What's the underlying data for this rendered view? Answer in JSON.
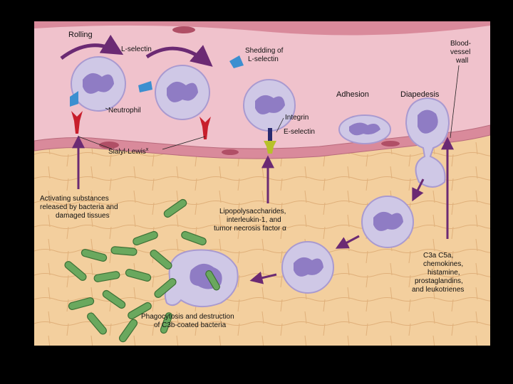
{
  "labels": {
    "rolling": "Rolling",
    "l_selectin": "L-selectin",
    "shedding_line1": "Shedding of",
    "shedding_line2": "L-selectin",
    "blood_vessel_line1": "Blood-",
    "blood_vessel_line2": "vessel",
    "blood_vessel_line3": "wall",
    "adhesion": "Adhesion",
    "diapedesis": "Diapedesis",
    "neutrophil": "Neutrophil",
    "integrin": "Integrin",
    "e_selectin": "E-selectin",
    "sialyl_lewis": "Sialyl-Lewis",
    "sialyl_lewis_sup": "x",
    "activating_line1": "Activating substances",
    "activating_line2": "released by bacteria and",
    "activating_line3": "damaged tissues",
    "lps_line1": "Lipopolysaccharides,",
    "lps_line2": "interleukin-1, and",
    "lps_line3": "tumor necrosis factor α",
    "c3a_line1": "C3a  C5a,",
    "c3a_line2": "chemokines,",
    "c3a_line3": "histamine,",
    "c3a_line4": "prostaglandins,",
    "c3a_line5": "and leukotrienes",
    "phago_line1": "Phagocytosis and destruction",
    "phago_line2": "of C3b-coated bacteria"
  },
  "colors": {
    "vessel_lumen": "#f0c2cc",
    "vessel_wall": "#d98a9b",
    "tissue": "#f3cf9e",
    "cell_body": "#cfc8e6",
    "nucleus": "#8f7cc4",
    "bacteria": "#6aa85e",
    "arrow": "#6b2a73",
    "l_selectin": "#3c8fd0",
    "sialyl_lewis": "#c81e2c",
    "integrin": "#2a2a70",
    "e_selectin": "#b7c12a"
  }
}
